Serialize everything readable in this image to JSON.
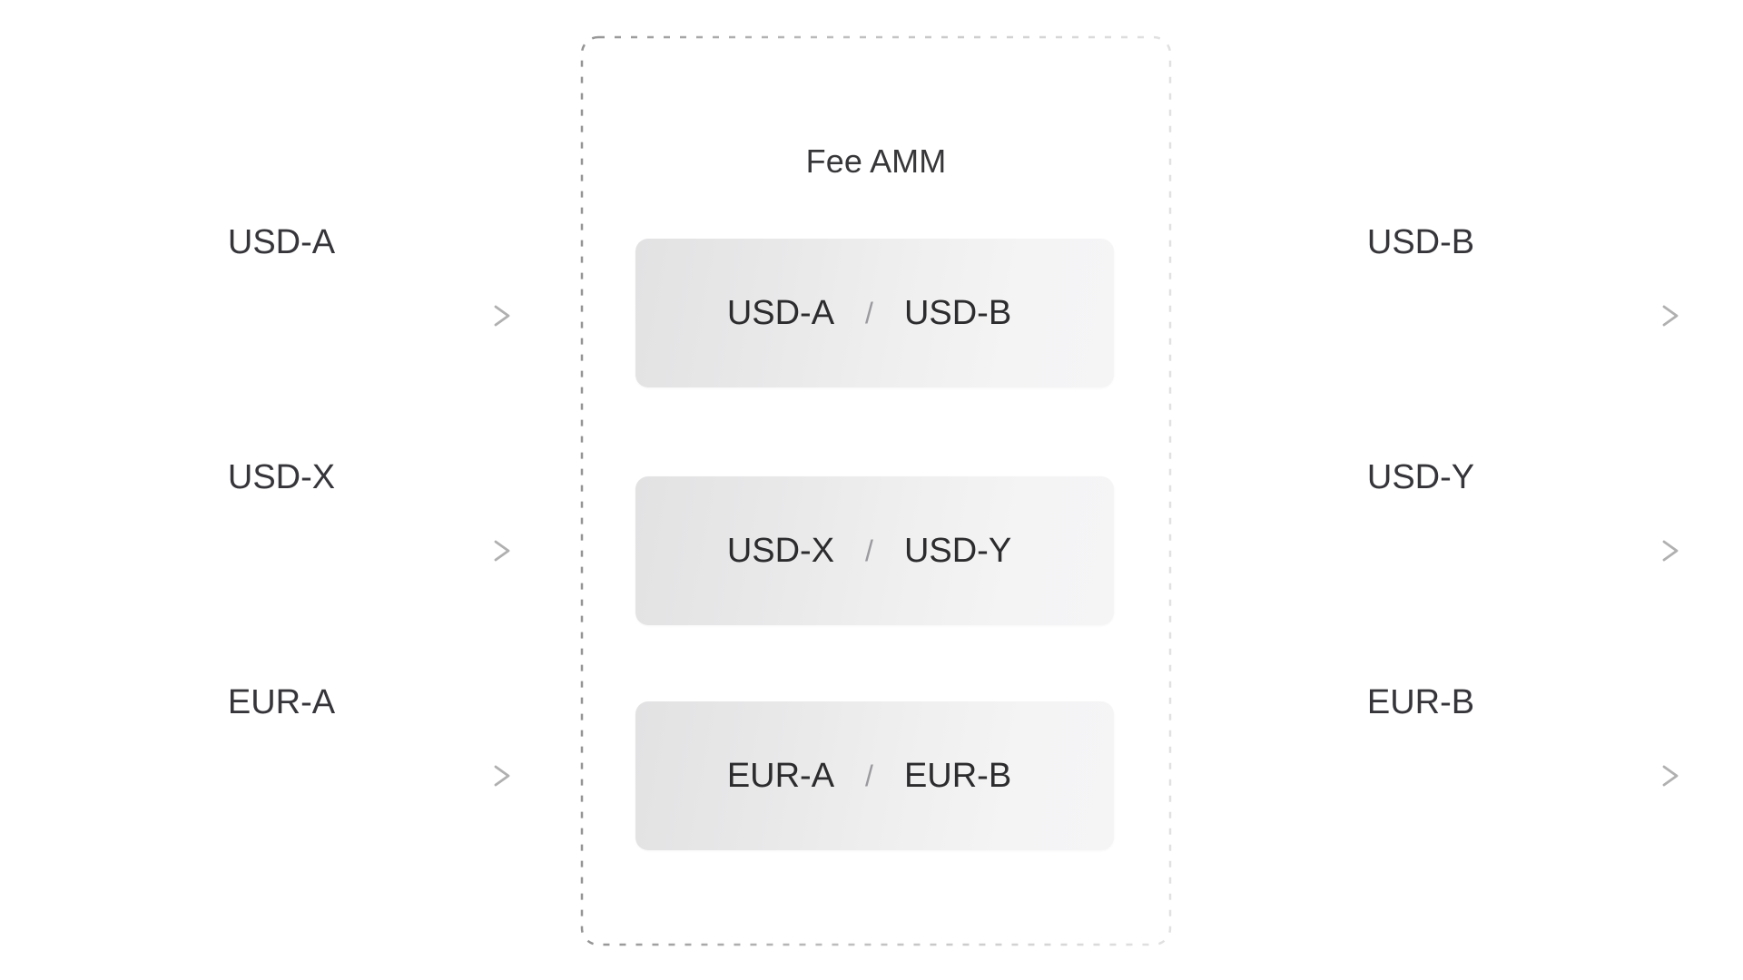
{
  "diagram": {
    "type": "flow",
    "background": "#ffffff",
    "text_color": "#333333",
    "container": {
      "title": "Fee AMM",
      "border_style": "dashed",
      "border_color": "#b8b8b8"
    },
    "card_gradient": {
      "from": "#e2e2e3",
      "to": "#f5f5f6"
    },
    "arrow_color": "#9a9a9a",
    "separator": "/",
    "rows": [
      {
        "input_label": "USD-A",
        "output_label": "USD-B",
        "pair": {
          "base": "USD-A",
          "quote": "USD-B"
        }
      },
      {
        "input_label": "USD-X",
        "output_label": "USD-Y",
        "pair": {
          "base": "USD-X",
          "quote": "USD-Y"
        }
      },
      {
        "input_label": "EUR-A",
        "output_label": "EUR-B",
        "pair": {
          "base": "EUR-A",
          "quote": "EUR-B"
        }
      }
    ]
  }
}
